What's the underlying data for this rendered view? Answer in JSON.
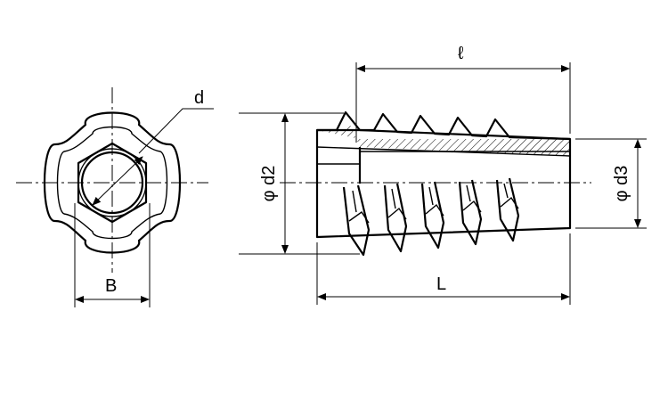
{
  "labels": {
    "d": "d",
    "B": "B",
    "l": "ℓ",
    "L": "L",
    "d2": "φ d2",
    "d3": "φ d3"
  }
}
